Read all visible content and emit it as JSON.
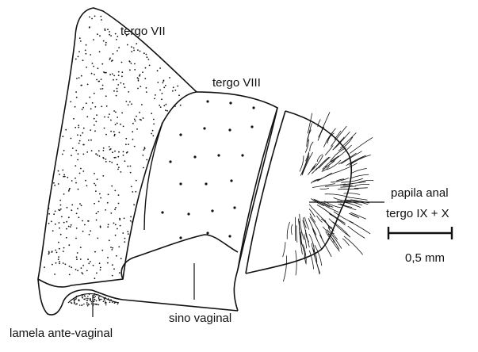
{
  "labels": {
    "tergo_vii": "tergo VII",
    "tergo_viii": "tergo VIII",
    "papila_anal": "papila anal",
    "tergo_ix_x": "tergo IX + X",
    "scale": "0,5 mm",
    "sino_vaginal": "sino vaginal",
    "lamela_ante_vaginal": "lamela ante-vaginal"
  },
  "colors": {
    "ink": "#111111",
    "background": "#ffffff"
  }
}
